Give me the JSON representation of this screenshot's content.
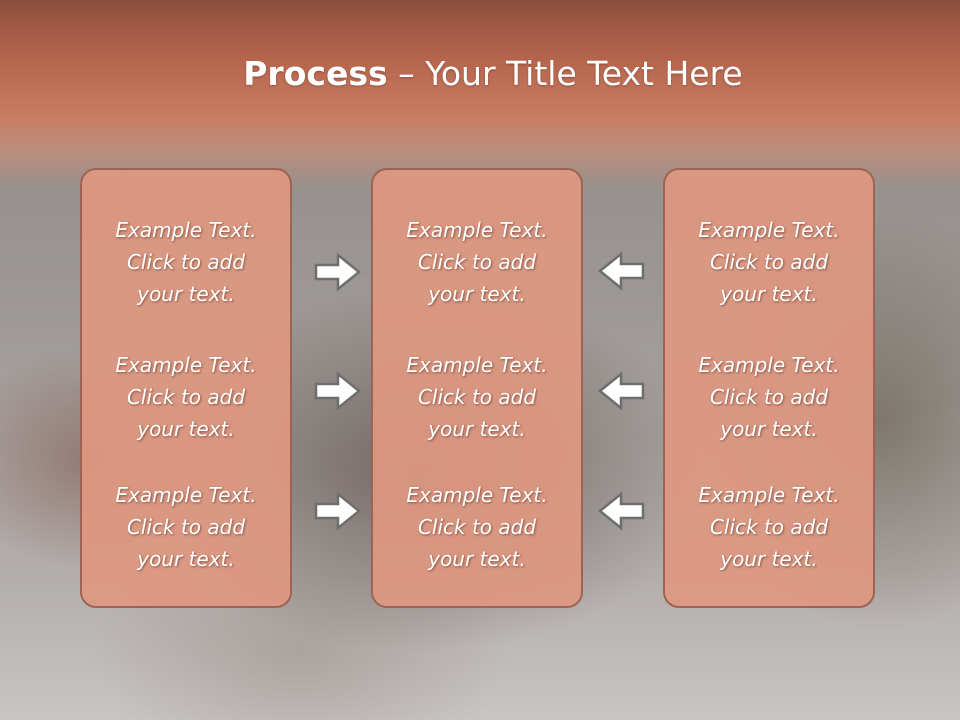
{
  "slide": {
    "title_bold": "Process",
    "title_rest": " – Your Title Text Here"
  },
  "columns": [
    {
      "items": [
        "Example Text.\nClick  to add\nyour text.",
        "Example Text.\nClick  to add\nyour text.",
        "Example Text.\nClick  to add\nyour text."
      ]
    },
    {
      "items": [
        "Example Text.\nClick  to add\nyour text.",
        "Example Text.\nClick  to add\nyour text.",
        "Example Text.\nClick  to add\nyour text."
      ]
    },
    {
      "items": [
        "Example Text.\nClick  to add\nyour text.",
        "Example Text.\nClick  to add\nyour text.",
        "Example Text.\nClick  to add\nyour text."
      ]
    }
  ],
  "arrows": {
    "left_group": [
      "right-arrow-icon",
      "right-arrow-icon",
      "right-arrow-icon"
    ],
    "right_group": [
      "left-arrow-icon",
      "left-arrow-icon",
      "left-arrow-icon"
    ]
  },
  "colors": {
    "header": "#c97d63",
    "box_fill": "#de9880",
    "box_border": "#9e6453",
    "arrow_fill": "#ffffff",
    "arrow_stroke": "#6e6e6e"
  }
}
